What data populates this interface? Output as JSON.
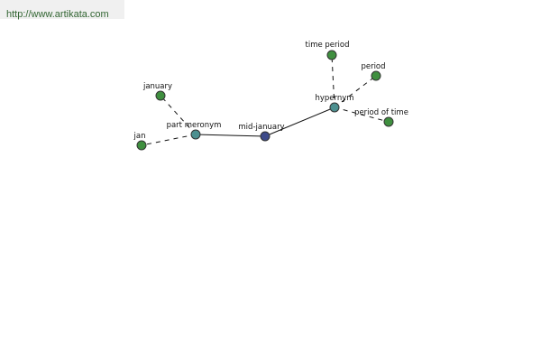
{
  "header": {
    "url": "http://www.artikata.com"
  },
  "colors": {
    "leaf": "#3f8f3f",
    "relation": "#4d9090",
    "center": "#3d4a8a"
  },
  "graph": {
    "nodes": {
      "mid_january": {
        "label": "mid-january",
        "kind": "center"
      },
      "part_meronym": {
        "label": "part meronym",
        "kind": "relation"
      },
      "hypernym": {
        "label": "hypernym",
        "kind": "relation"
      },
      "january": {
        "label": "january",
        "kind": "leaf"
      },
      "jan": {
        "label": "jan",
        "kind": "leaf"
      },
      "time_period": {
        "label": "time period",
        "kind": "leaf"
      },
      "period": {
        "label": "period",
        "kind": "leaf"
      },
      "period_of_time": {
        "label": "period of time",
        "kind": "leaf"
      }
    },
    "edges": [
      {
        "from": "mid_january",
        "to": "part_meronym",
        "style": "solid"
      },
      {
        "from": "mid_january",
        "to": "hypernym",
        "style": "solid"
      },
      {
        "from": "part_meronym",
        "to": "january",
        "style": "dashed"
      },
      {
        "from": "part_meronym",
        "to": "jan",
        "style": "dashed"
      },
      {
        "from": "hypernym",
        "to": "time_period",
        "style": "dashed"
      },
      {
        "from": "hypernym",
        "to": "period",
        "style": "dashed"
      },
      {
        "from": "hypernym",
        "to": "period_of_time",
        "style": "dashed"
      }
    ]
  }
}
